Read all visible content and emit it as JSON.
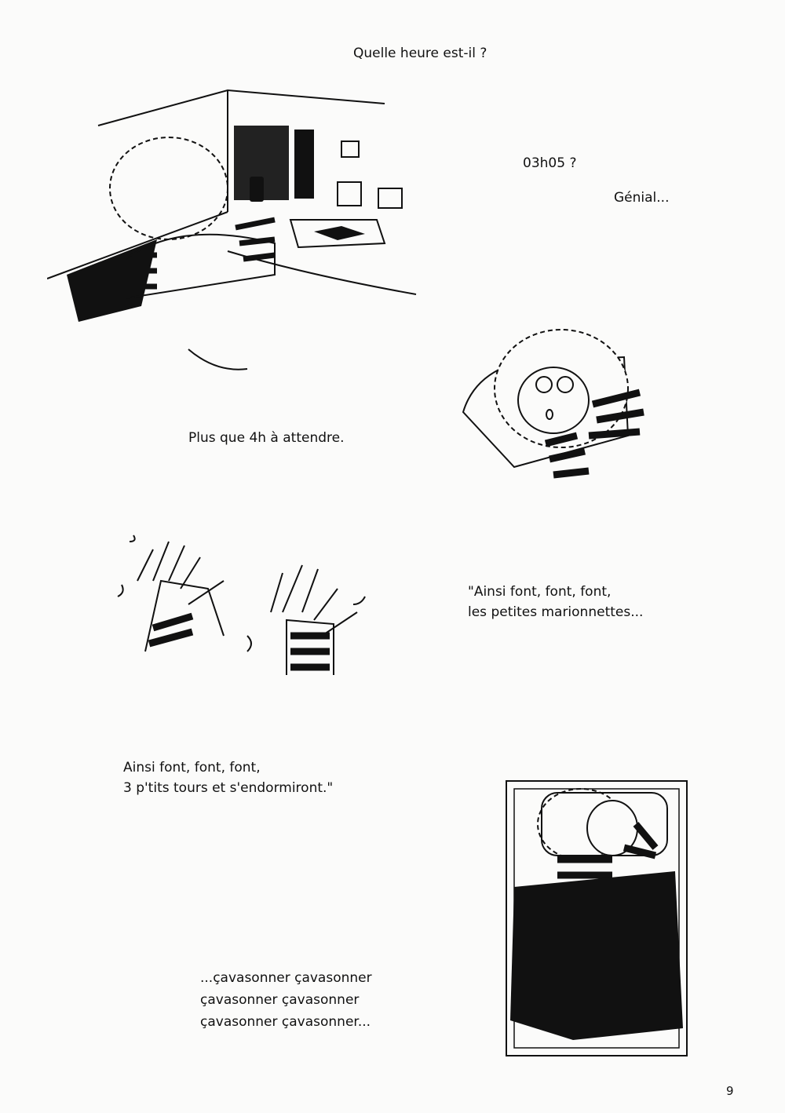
{
  "captions": {
    "question": "Quelle heure est-il ?",
    "time": "03h05 ?",
    "reaction": "Génial...",
    "wait": "Plus que 4h à attendre.",
    "song1_line1": "\"Ainsi font, font, font,",
    "song1_line2": "les petites marionnettes...",
    "song2_line1": "Ainsi font, font, font,",
    "song2_line2": "3 p'tits tours et s'endormiront.\"",
    "sleep_line1": "...çavasonner çavasonner",
    "sleep_line2": "çavasonner çavasonner",
    "sleep_line3": "çavasonner çavasonner..."
  },
  "page_number": "9"
}
